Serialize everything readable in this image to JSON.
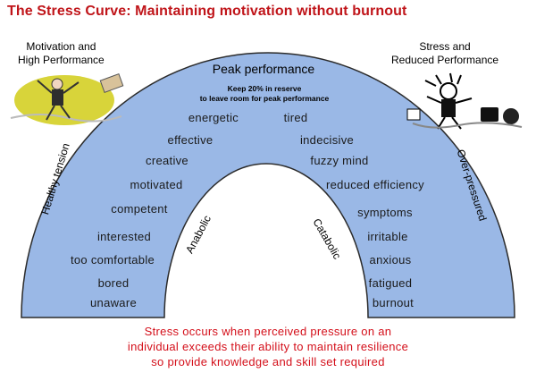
{
  "title": "The Stress Curve: Maintaining motivation without burnout",
  "left_corner": {
    "line1": "Motivation and",
    "line2": "High Performance",
    "icon": "happy-jumping-person"
  },
  "right_corner": {
    "line1": "Stress and",
    "line2": "Reduced Performance",
    "icon": "stressed-person-chaos"
  },
  "peak": "Peak performance",
  "reserve": {
    "line1": "Keep 20% in reserve",
    "line2": "to leave room for peak performance"
  },
  "side_labels": {
    "left_outer": "Healthy tension",
    "left_inner": "Anabolic",
    "right_inner": "Catabolic",
    "right_outer": "Over-pressured"
  },
  "left_states": [
    "energetic",
    "effective",
    "creative",
    "motivated",
    "competent",
    "interested",
    "too comfortable",
    "bored",
    "unaware"
  ],
  "right_states": [
    "tired",
    "indecisive",
    "fuzzy mind",
    "reduced efficiency",
    "symptoms",
    "irritable",
    "anxious",
    "fatigued",
    "burnout"
  ],
  "footer": {
    "line1": "Stress occurs when perceived pressure on an",
    "line2": "individual exceeds their ability to maintain resilience",
    "line3": "so provide knowledge and skill set required"
  },
  "colors": {
    "arc_fill": "#9ab8e6",
    "arc_stroke": "#2b2b2b",
    "title": "#c0151a",
    "footer": "#d40f1a"
  }
}
